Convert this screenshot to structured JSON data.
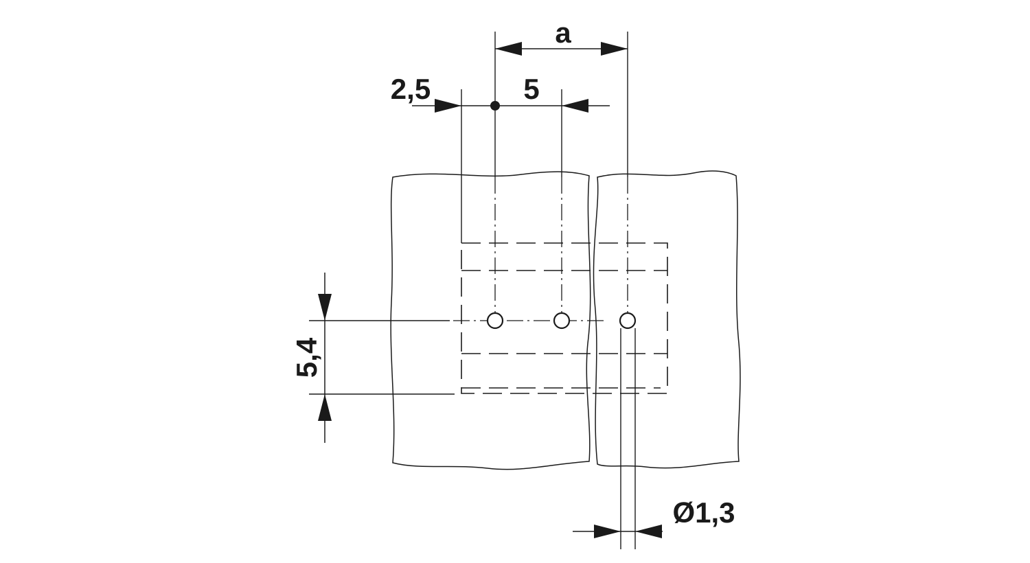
{
  "dimensions": {
    "a": "a",
    "half_pitch": "2,5",
    "pitch": "5",
    "row_spacing": "5,4",
    "hole_diameter": "Ø1,3"
  }
}
